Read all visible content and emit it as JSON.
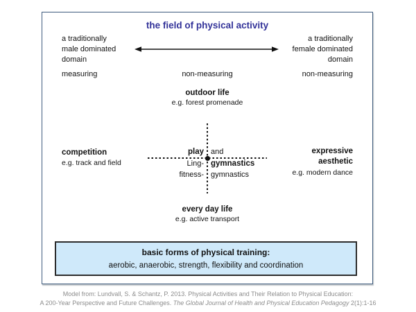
{
  "figure": {
    "title": "the field of physical activity",
    "gender_axis": {
      "left": "a traditionally\nmale dominated\ndomain",
      "right": "a traditionally\nfemale dominated\ndomain",
      "arrow_icon": "left-right-double-arrow"
    },
    "measuring_row": {
      "left": "measuring",
      "center": "non-measuring",
      "right": "non-measuring"
    },
    "quadrants": {
      "north": {
        "label": "outdoor life",
        "example": "e.g. forest promenade"
      },
      "west": {
        "label": "competition",
        "example": "e.g. track and field"
      },
      "east": {
        "label": "expressive\naesthetic",
        "example": "e.g. modern dance"
      },
      "south": {
        "label": "every day life",
        "example": "e.g. active transport"
      }
    },
    "center_axis": {
      "row1_left": "play",
      "row1_right": "and",
      "row2_left": "Ling-",
      "row2_right": "gymnastics",
      "row3_left": "fitness-",
      "row3_right": "gymnastics"
    },
    "training_box": {
      "heading": "basic forms of physical training:",
      "items": "aerobic, anaerobic, strength, flexibility and coordination"
    },
    "citation": {
      "line1": "Model from: Lundvall, S. & Schantz, P. 2013. Physical Activities and Their Relation to Physical Education:",
      "line2_prefix": "A 200-Year Perspective and Future Challenges. ",
      "line2_journal": "The Global Journal of Health and Physical Education Pedagogy",
      "line2_suffix": " 2(1):1-16"
    }
  },
  "colors": {
    "title_color": "#333399",
    "frame_border": "#3e5a7d",
    "box_bg": "#cfe9fa",
    "box_border": "#2b2b2b",
    "citation_color": "#8c8c8c",
    "ink": "#111111"
  }
}
